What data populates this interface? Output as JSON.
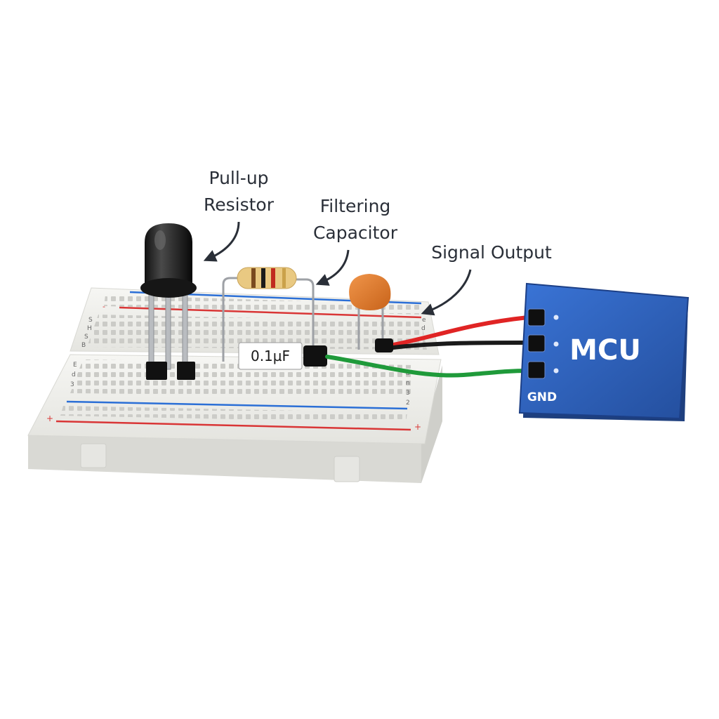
{
  "labels": {
    "pullup": [
      "Pull-up",
      "Resistor"
    ],
    "filter": [
      "Filtering",
      "Capacitor"
    ],
    "signal": "Signal Output"
  },
  "cap_value": "0.1µF",
  "mcu": {
    "name": "MCU",
    "gnd_label": "GND"
  },
  "breadboard": {
    "rail_marks": {
      "plus": "+",
      "minus": "-"
    },
    "row_marks_left": [
      "S",
      "H",
      "S",
      "B",
      "E",
      "d",
      "3"
    ],
    "row_marks_right": [
      "e",
      "d",
      "a",
      "n",
      "3",
      "2"
    ]
  },
  "wire_colors": {
    "vcc": "#e02424",
    "signal": "#1a1a1a",
    "gnd": "#1f9a3a"
  },
  "colors": {
    "board": "#eeeeea",
    "rail_red": "#d93636",
    "rail_blue": "#2b6fd6",
    "mcu_body": "#2f63c4",
    "capacitor": "#e07a26"
  }
}
